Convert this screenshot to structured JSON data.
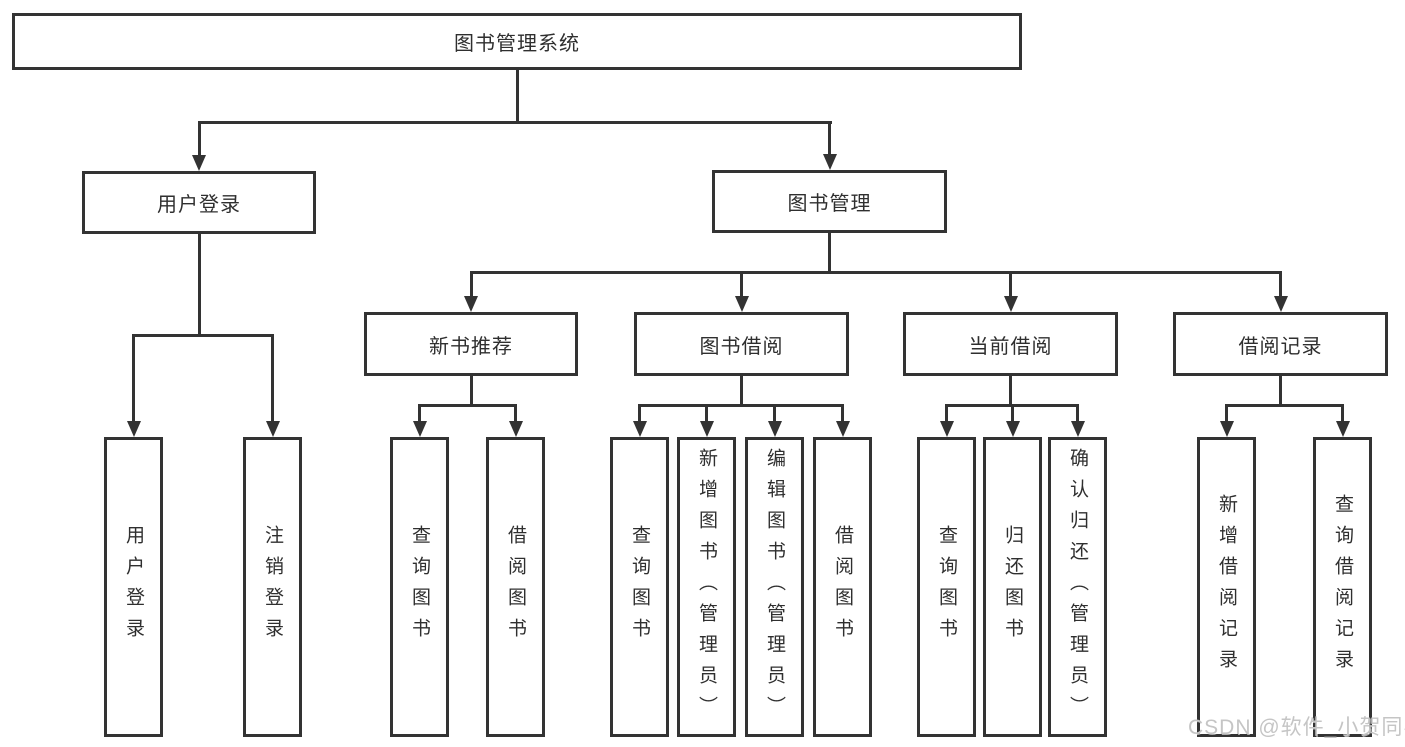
{
  "diagram": {
    "root": {
      "label": "图书管理系统"
    },
    "level2": [
      {
        "label": "用户登录"
      },
      {
        "label": "图书管理"
      }
    ],
    "level3": [
      {
        "label": "新书推荐"
      },
      {
        "label": "图书借阅"
      },
      {
        "label": "当前借阅"
      },
      {
        "label": "借阅记录"
      }
    ],
    "leaves_user_login": [
      {
        "label": "用户登录"
      },
      {
        "label": "注销登录"
      }
    ],
    "leaves_new_book": [
      {
        "label": "查询图书"
      },
      {
        "label": "借阅图书"
      }
    ],
    "leaves_book_borrow": [
      {
        "label": "查询图书"
      },
      {
        "label": "新增图书（管理员）"
      },
      {
        "label": "编辑图书（管理员）"
      },
      {
        "label": "借阅图书"
      }
    ],
    "leaves_current_borrow": [
      {
        "label": "查询图书"
      },
      {
        "label": "归还图书"
      },
      {
        "label": "确认归还（管理员）"
      }
    ],
    "leaves_borrow_records": [
      {
        "label": "新增借阅记录"
      },
      {
        "label": "查询借阅记录"
      }
    ]
  },
  "watermark": {
    "text": "CSDN @软件_小贺同学"
  },
  "colors": {
    "line": "#333333",
    "text": "#2f2f2f",
    "canvas": "#ffffff",
    "watermark": "#c5c5c5"
  }
}
